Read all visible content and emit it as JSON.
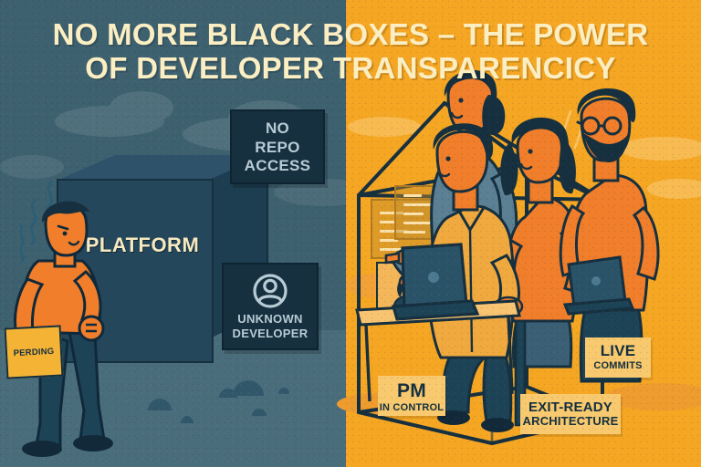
{
  "title": {
    "line1": "NO MORE BLACK BOXES – THE POWER",
    "line2": "OF DEVELOPER TRANSPARENCICY",
    "color": "#fbeec2"
  },
  "colors": {
    "left_background": "#3e6170",
    "right_background": "#f5a623",
    "dark_navy": "#16303f",
    "cube_face": "#24475c",
    "cream": "#f7e9c0",
    "tag_amber": "#f8c96e",
    "skin_orange": "#f07e2a"
  },
  "left_panel": {
    "name": "black-box-scene",
    "cube_label": "PLATFORM",
    "cards": [
      {
        "id": "no-repo-access",
        "text": "NO\nREPO\nACCESS",
        "lines": [
          "NO",
          "REPO",
          "ACCESS"
        ]
      },
      {
        "id": "unknown-developer",
        "icon": "anonymous-user-icon",
        "lines": [
          "UNKNOWN",
          "DEVELOPER"
        ]
      }
    ],
    "paper_label": "PERDING",
    "figure": {
      "name": "frustrated-client",
      "shirt_color": "#f07e2a",
      "pants_color": "#1d4356"
    }
  },
  "right_panel": {
    "name": "glass-house-scene",
    "structure": "transparent-glass-house",
    "tags": [
      {
        "id": "pm-in-control",
        "line1": "PM",
        "line2": "IN CONTROL"
      },
      {
        "id": "live-commits",
        "line1": "LIVE",
        "line2": "COMMITS"
      },
      {
        "id": "exit-ready-architecture",
        "line1": "EXIT-READY",
        "line2": "ARCHITECTURE"
      }
    ],
    "people": [
      {
        "id": "pointing-woman",
        "top_color": "#5b7f93",
        "gesture": "pointing"
      },
      {
        "id": "standing-woman",
        "top_color": "#f07e2a"
      },
      {
        "id": "bearded-man-with-glasses",
        "top_color": "#f07e2a",
        "accessory": "round-glasses",
        "holds": "laptop"
      },
      {
        "id": "seated-developer",
        "top_color": "#f0a93e",
        "holds": "laptop"
      }
    ],
    "screens": [
      {
        "id": "code-window-back"
      },
      {
        "id": "code-window-front"
      },
      {
        "id": "video-call-tile"
      }
    ]
  }
}
